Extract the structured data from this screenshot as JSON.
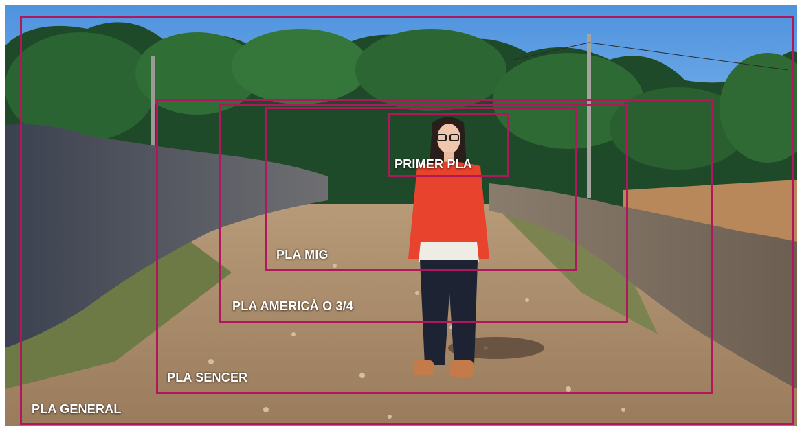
{
  "frame_color": "#b0175c",
  "shot_labels": {
    "general": "PLA GENERAL",
    "sencer": "PLA SENCER",
    "americano": "PLA AMERICÀ O 3/4",
    "mig": "PLA MIG",
    "primer": "PRIMER PLA"
  },
  "scene": {
    "subject": "woman",
    "sweater_color": "#e8432c",
    "sky_color": "#5fa3e6"
  }
}
